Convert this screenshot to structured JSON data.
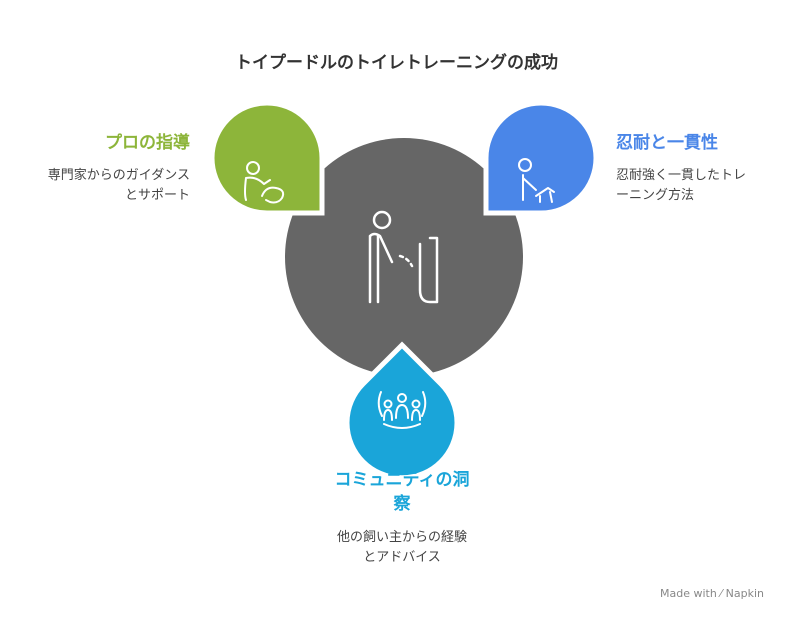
{
  "title": "トイプードルのトイレトレーニングの成功",
  "items": [
    {
      "title": "プロの指導",
      "desc_line1": "専門家からのガイダンス",
      "desc_line2": "とサポート",
      "color": "#8db53a",
      "icon": "trainer-with-dog-icon"
    },
    {
      "title": "忍耐と一貫性",
      "desc_line1": "忍耐強く一貫したトレ",
      "desc_line2": "ーニング方法",
      "color": "#4a86e8",
      "icon": "person-with-dog-icon"
    },
    {
      "title_line1": "コミュニティの洞",
      "title_line2": "察",
      "desc_line1": "他の飼い主からの経験",
      "desc_line2": "とアドバイス",
      "color": "#1aa5d9",
      "icon": "community-group-icon"
    }
  ],
  "center": {
    "color": "#666666",
    "icon": "dog-urinal-icon"
  },
  "footer": "Made with ⁄ Napkin"
}
